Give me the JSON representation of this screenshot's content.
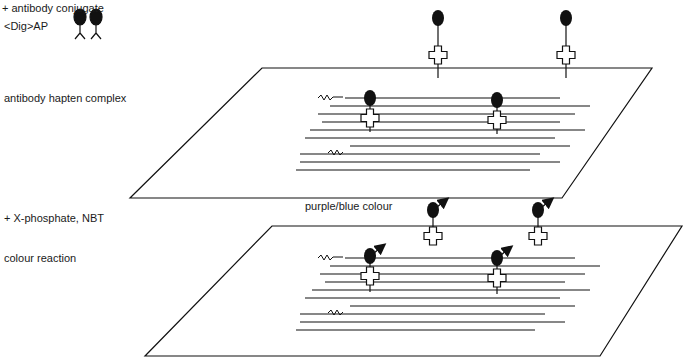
{
  "diagram": {
    "labels": [
      "+ antibody conjugate",
      "<Dig>AP",
      "antibody hapten complex",
      "purple/blue colour",
      "+ X-phosphate, NBT",
      "colour reaction"
    ]
  }
}
